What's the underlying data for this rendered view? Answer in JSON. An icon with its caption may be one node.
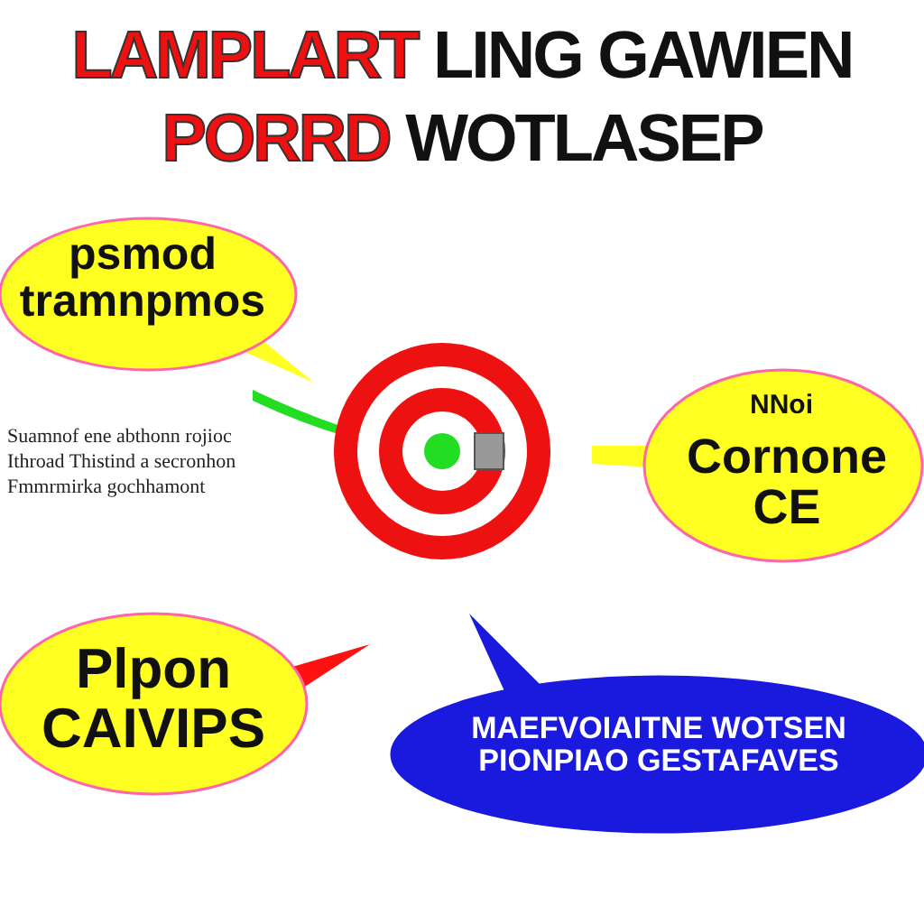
{
  "diagram": {
    "title": "LAMPLART LING GAWIEN PORRD WOTLASEP",
    "nodes": [
      {
        "text": [
          "psmod tramnpmos"
        ]
      },
      {
        "text": [],
        "shape": "picture"
      },
      {
        "text": [
          "NNoi",
          "Cornone CE"
        ]
      },
      {
        "text": [
          "Plpon CAIVIPS"
        ]
      },
      {
        "text": [
          "MAEFVOIAITNE WOTSEN PIONPIAO GESTAFAVES"
        ]
      }
    ],
    "labels": [
      "Suamnof ene abthonn rojioc Ithroad Thistind a secronhon Fmmrmirka gochhamont"
    ]
  }
}
